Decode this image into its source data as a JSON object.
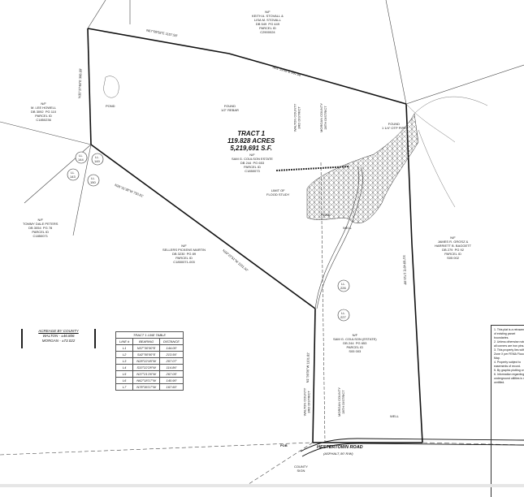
{
  "tract": {
    "name": "TRACT 1",
    "acres": "119.828 ACRES",
    "sqft": "5,219,691 S.F.",
    "owner": "N/F\nSAM G. COULSON ESTATE\nDB 244  PG 653\nPARCEL ID\nC1850073"
  },
  "acreage_by_county": {
    "title": "ACREAGE BY COUNTY",
    "rows": [
      "WALTON  -  ±46.806",
      "MORGAN  -  ±73.022"
    ]
  },
  "line_table": {
    "title": "TRACT 1 LINE TABLE",
    "headers": [
      "LINE #",
      "BEARING",
      "DISTANCE"
    ],
    "rows": [
      [
        "L1",
        "N37°30'30\"E",
        "144.00'"
      ],
      [
        "L2",
        "S42°50'00\"E",
        "213.56'"
      ],
      [
        "L3",
        "N28°22'45\"W",
        "207.07'"
      ],
      [
        "L4",
        "S33°22'28\"W",
        "114.86'"
      ],
      [
        "L5",
        "N37°21'26\"W",
        "267.05'"
      ],
      [
        "L6",
        "N62°18'17\"W",
        "140.90'"
      ],
      [
        "L7",
        "N78°36'17\"W",
        "167.60'"
      ]
    ]
  },
  "road": {
    "name": "HESTERTOWN ROAD",
    "sub": "(ASPHALT, 80' R/W)"
  },
  "labels": {
    "top_line": "N67°09'58\"E 1107.58'",
    "top_line2": "N41°19'58\"E 991.88'",
    "east_line": "S1°09'49\"E 1713.99'",
    "west_line": "N1°36'06\"W 1101.82'",
    "diag1": "N26°31'38\"W 750.81'",
    "diag2": "N39°22'51\"W 1151.92'",
    "left_line": "N30°37'48\"E 388.89'",
    "pond": "POND",
    "limit_flood": "LIMIT OF\nFLOOD STUDY",
    "walton_county": "WALTON COUNTY\n3RD DISTRICT",
    "morgan_county": "MORGAN COUNTY\n28TH DISTRICT",
    "found_rebar": "FOUND\n1/2\" REBAR",
    "found_iron": "FOUND\n1 1/4\" OTP PIPE",
    "pob": "POB",
    "county_sign": "COUNTY\nSIGN",
    "well": "WELL",
    "nf_sellers": "N/F\nSELLERS PICKENS MARTIN\nDB 3230  PG 89\nPARCEL ID\nC1850071-003",
    "nf_tommy": "N/F\nTOMMY DALE PETERS\nDB 3054  PG 78\nPARCEL ID\nC1850071",
    "nf_lee": "N/F\nM. LEE HOWELL\nDB 3092  PG 110\nPARCEL ID\nC1850236",
    "nf_stovall": "N/F\nKEITH A. STOVALL &\nLISA M. STOVALL\nDB 549  PG 449\nPARCEL ID\nC2900024",
    "nf_james": "N/F\nJAMES R. GROSZ &\nHARRIETT B. BAGGETT\nDB 279  PG 92\nPARCEL ID\nS05 002",
    "nf_coulson2": "N/F\nSAM G. COULSON (ESTATE)\nDB 244  PG 653\nPARCEL ID\nS05 003",
    "lot_226": "LL\n226",
    "lot_227": "LL\n227",
    "lot_144": "LL\n144",
    "lot_143": "LL\n143",
    "lot_150": "LL\n150",
    "lot_149": "LL\n149"
  },
  "notes": "1. This plat is a retracement of existing parcel boundaries.\n2. Unless otherwise noted, all corners are iron pins.\n3. This property lies within Zone X per FEMA Flood Map.\n4. Property subject to easements of record.\n5. By graphic plotting only.\n6. Information regarding underground utilities is not certified."
}
